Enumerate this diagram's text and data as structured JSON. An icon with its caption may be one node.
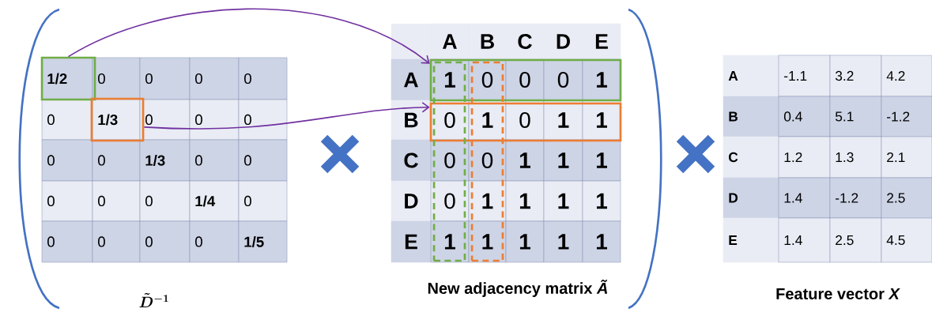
{
  "diagram": {
    "nodes": [
      {
        "text": [],
        "shape": "box"
      },
      {
        "text": [],
        "shape": "box"
      },
      {
        "text": [],
        "shape": "box"
      },
      {
        "text": [],
        "shape": "box"
      },
      {
        "text": [],
        "shape": "box"
      },
      {
        "text": [],
        "shape": "box"
      }
    ],
    "edges": [
      {
        "from": 0,
        "to": 2,
        "arrow": "to"
      },
      {
        "from": 1,
        "to": 3,
        "arrow": "to"
      }
    ],
    "labels": [
      "1/2",
      "0",
      "0",
      "0",
      "0",
      "0",
      "1/3",
      "0",
      "0",
      "0",
      "0",
      "0",
      "1/3",
      "0",
      "0",
      "0",
      "0",
      "0",
      "1/4",
      "0",
      "0",
      "0",
      "0",
      "0",
      "1/5",
      "\\tilde{D}^{-1}",
      "A",
      "B",
      "C",
      "D",
      "E",
      "A",
      "1",
      "0",
      "0",
      "0",
      "1",
      "B",
      "0",
      "1",
      "0",
      "1",
      "1",
      "C",
      "0",
      "0",
      "1",
      "1",
      "1",
      "D",
      "0",
      "1",
      "1",
      "1",
      "1",
      "E",
      "1",
      "1",
      "1",
      "1",
      "1",
      "New adjacency matrix *Ã*",
      "A",
      "-1.1",
      "3.2",
      "4.2",
      "B",
      "0.4",
      "5.1",
      "-1.2",
      "C",
      "1.2",
      "1.3",
      "2.1",
      "D",
      "1.4",
      "-1.2",
      "2.5",
      "E",
      "1.4",
      "2.5",
      "4.5",
      "Feature vector *X*"
    ]
  }
}
